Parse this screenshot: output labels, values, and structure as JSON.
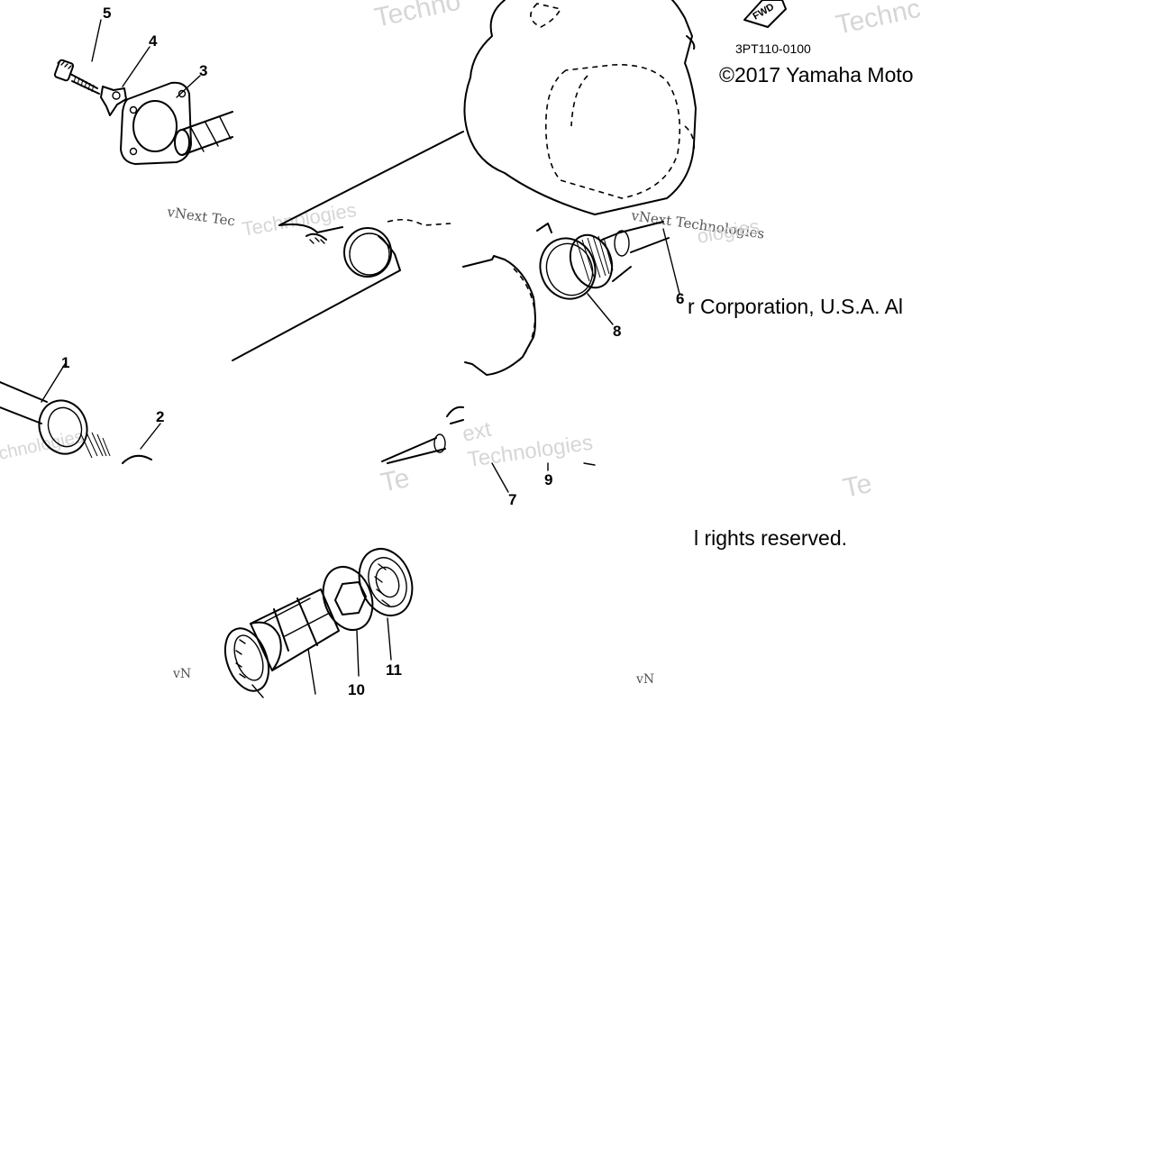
{
  "diagram": {
    "code": "3PT110-0100",
    "fwd_label": "FWD",
    "copyright": {
      "line1": "©2017 Yamaha Moto",
      "line2": "r Corporation, U.S.A. Al",
      "line3": "l rights reserved."
    },
    "watermarks": {
      "techno_a": "Techno",
      "techno_b": "Technc",
      "vnext_tec": "vNext Tec",
      "vnext_tech": "vNext Technologies",
      "technologies_a": "Technologies",
      "technologies_b": "ologies",
      "next": "ext",
      "vn_a": "vN",
      "vn_b": "vN",
      "te_a": "Te",
      "te_b": "Te",
      "chnologies": "chnologies"
    },
    "callouts": [
      "1",
      "2",
      "3",
      "4",
      "5",
      "6",
      "7",
      "8",
      "9",
      "10",
      "11"
    ]
  }
}
